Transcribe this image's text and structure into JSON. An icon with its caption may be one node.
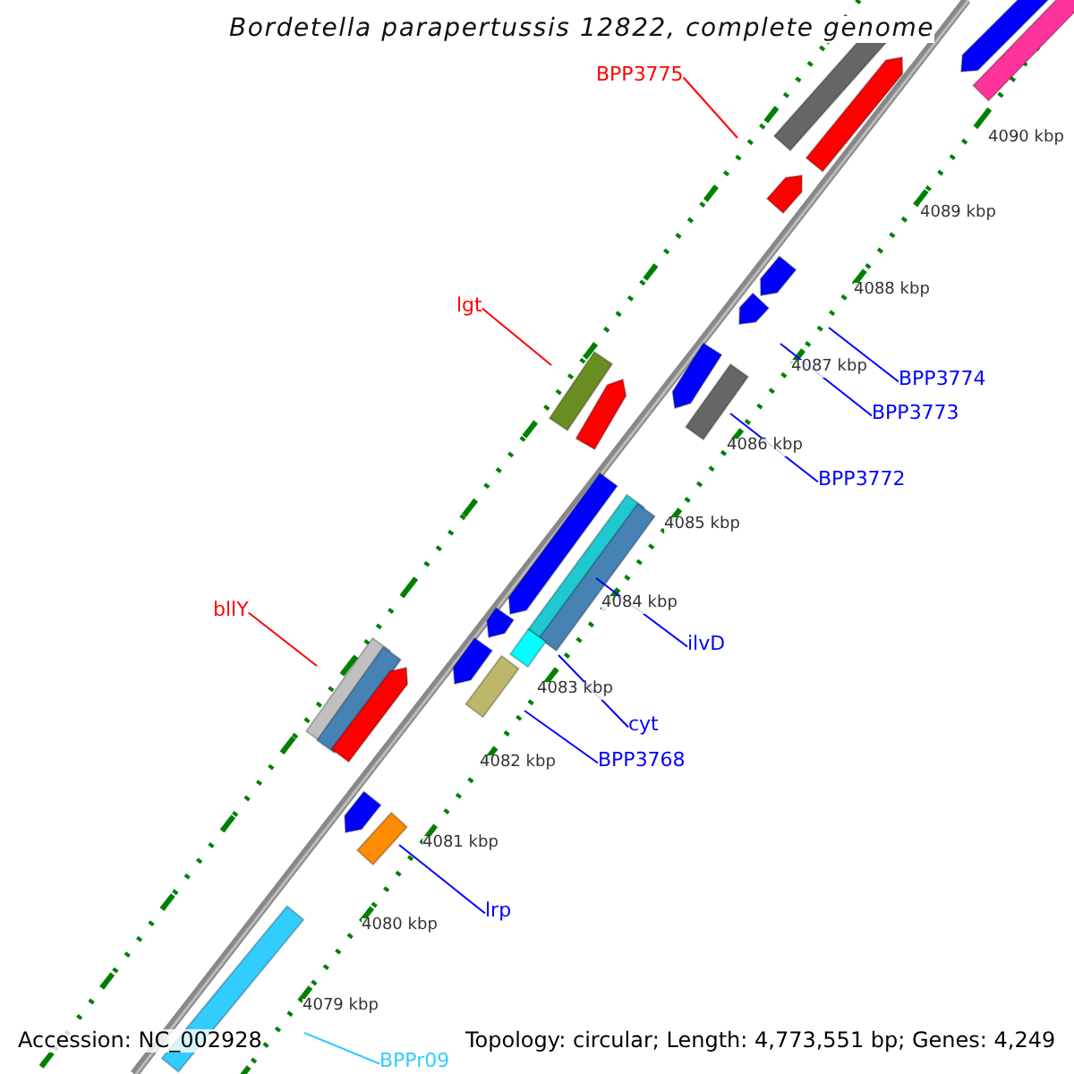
{
  "diagram": {
    "title": "Bordetella parapertussis 12822, complete genome",
    "nodes": [
      {
        "text": [
          "BPP3775"
        ]
      },
      {
        "text": [
          "lgt"
        ]
      },
      {
        "text": [
          "BPP3774"
        ]
      },
      {
        "text": [
          "BPP3773"
        ]
      },
      {
        "text": [
          "BPP3772"
        ]
      },
      {
        "text": [
          "bllY"
        ]
      },
      {
        "text": [
          "ilvD"
        ]
      },
      {
        "text": [
          "cyt"
        ]
      },
      {
        "text": [
          "BPP3768"
        ]
      },
      {
        "text": [
          "lrp"
        ]
      },
      {
        "text": [
          "BPPr09"
        ]
      }
    ],
    "edges": [
      {
        "from": 0,
        "to": null,
        "arrow": "none",
        "color": "#ff0000"
      },
      {
        "from": 1,
        "to": null,
        "arrow": "none",
        "color": "#ff0000"
      },
      {
        "from": 2,
        "to": null,
        "arrow": "none"
      },
      {
        "from": 3,
        "to": null,
        "arrow": "none"
      },
      {
        "from": 4,
        "to": null,
        "arrow": "none"
      },
      {
        "from": 5,
        "to": null,
        "arrow": "none",
        "color": "#ff0000"
      },
      {
        "from": 6,
        "to": null,
        "arrow": "none"
      },
      {
        "from": 7,
        "to": null,
        "arrow": "none"
      },
      {
        "from": 8,
        "to": null,
        "arrow": "none"
      },
      {
        "from": 9,
        "to": null,
        "arrow": "none"
      },
      {
        "from": 10,
        "to": null,
        "arrow": "none",
        "color": "#33ccff"
      }
    ],
    "labels": [
      "4090 kbp",
      "4089 kbp",
      "4088 kbp",
      "4087 kbp",
      "4086 kbp",
      "4085 kbp",
      "4084 kbp",
      "4083 kbp",
      "4082 kbp",
      "4081 kbp",
      "4080 kbp",
      "4079 kbp",
      "Accession: NC_002928",
      "Topology: circular; Length: 4,773,551 bp; Genes: 4,249"
    ]
  }
}
